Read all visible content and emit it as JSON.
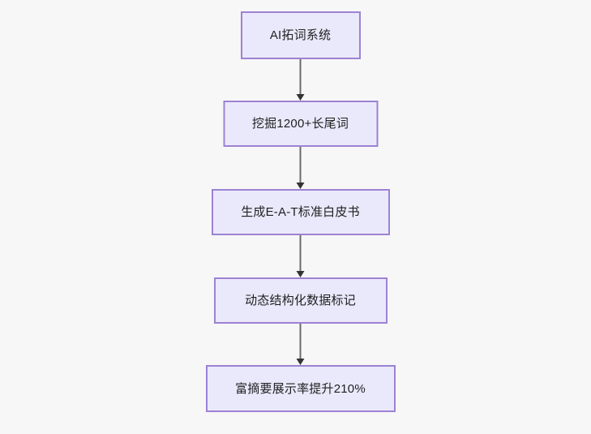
{
  "diagram": {
    "type": "flowchart",
    "direction": "top-to-bottom",
    "background_color": "#f7f7f7",
    "node_fill_color": "#eae9fb",
    "node_border_color": "#9d82d4",
    "node_text_color": "#1f1f20",
    "connector_color": "#6b6b6b",
    "arrowhead_color": "#333333",
    "nodes": [
      {
        "id": "n0",
        "label": "AI拓词系统"
      },
      {
        "id": "n1",
        "label": "挖掘1200+长尾词"
      },
      {
        "id": "n2",
        "label": "生成E-A-T标准白皮书"
      },
      {
        "id": "n3",
        "label": "动态结构化数据标记"
      },
      {
        "id": "n4",
        "label": "富摘要展示率提升210%"
      }
    ],
    "edges": [
      {
        "from": "n0",
        "to": "n1",
        "arrow": "down-arrow"
      },
      {
        "from": "n1",
        "to": "n2",
        "arrow": "down-arrow"
      },
      {
        "from": "n2",
        "to": "n3",
        "arrow": "down-arrow"
      },
      {
        "from": "n3",
        "to": "n4",
        "arrow": "down-arrow"
      }
    ]
  }
}
